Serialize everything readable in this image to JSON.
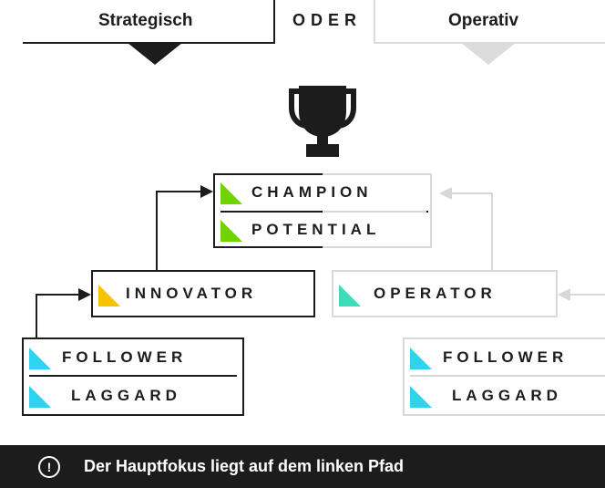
{
  "header": {
    "strategic_label": "Strategisch",
    "or_label": "ODER",
    "operative_label": "Operativ"
  },
  "top": {
    "icon": "trophy-icon",
    "champion_label": "CHAMPION",
    "potential_label": "POTENTIAL"
  },
  "left_path": {
    "innovator_label": "INNOVATOR",
    "follower_label": "FOLLOWER",
    "laggard_label": "LAGGARD"
  },
  "right_path": {
    "operator_label": "OPERATOR",
    "follower_label": "FOLLOWER",
    "laggard_label": "LAGGARD"
  },
  "footer": {
    "icon": "exclamation-circle-icon",
    "text": "Der Hauptfokus liegt auf dem linken Pfad"
  },
  "colors": {
    "dark": "#1c1c1c",
    "light": "#d8d8d8",
    "green": "#6dd400",
    "yellow": "#f5c400",
    "teal": "#3ddcb8",
    "cyan": "#2fd3ee"
  }
}
